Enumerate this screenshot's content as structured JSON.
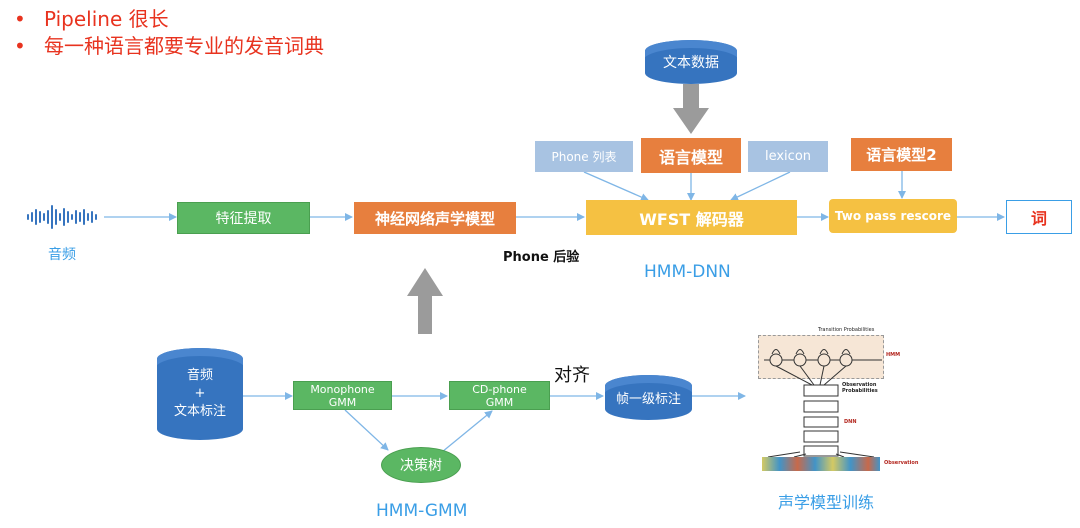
{
  "bullets": [
    "Pipeline 很长",
    "每一种语言都要专业的发音词典"
  ],
  "nodes": {
    "text_data": "文本数据",
    "phone_list": "Phone 列表",
    "lm": "语言模型",
    "lexicon": "lexicon",
    "lm2": "语言模型2",
    "feature": "特征提取",
    "nn_am": "神经网络声学模型",
    "wfst": "WFST 解码器",
    "two_pass": "Two pass rescore",
    "word": "词",
    "audio_text_1": "音频",
    "audio_text_2": "+",
    "audio_text_3": "文本标注",
    "mono_1": "Monophone",
    "mono_2": "GMM",
    "cd_1": "CD-phone",
    "cd_2": "GMM",
    "decision_tree": "决策树",
    "frame_label": "帧一级标注"
  },
  "labels": {
    "audio": "音频",
    "phone_post": "Phone 后验",
    "hmm_dnn": "HMM-DNN",
    "align": "对齐",
    "hmm_gmm": "HMM-GMM",
    "am_training": "声学模型训练"
  },
  "network": {
    "transition": "Transition Probabilities",
    "hmm": "HMM",
    "obs_prob_1": "Observation",
    "obs_prob_2": "Probabilities",
    "dnn": "DNN",
    "observation": "Observation"
  },
  "colors": {
    "bullet": "#e8331f",
    "green": "#5bb763",
    "orange": "#e77f3e",
    "yellow": "#f5c142",
    "light_blue": "#a8c3e2",
    "cylinder": "#3674bf",
    "arrow": "#7fb6e6",
    "caption": "#3a9ee6"
  }
}
